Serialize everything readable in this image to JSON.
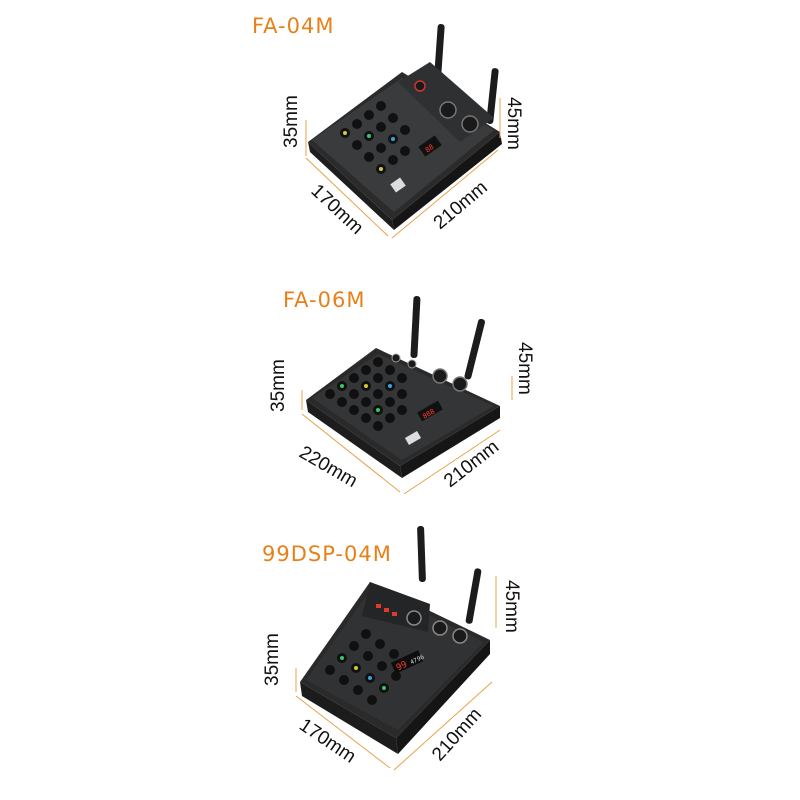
{
  "accent_color": "#e8801a",
  "dimension_line_color": "#e8a24a",
  "products": [
    {
      "model": "FA-04M",
      "dims": {
        "height_front": "35mm",
        "height_back": "45mm",
        "depth": "170mm",
        "width": "210mm"
      }
    },
    {
      "model": "FA-06M",
      "dims": {
        "height_front": "35mm",
        "height_back": "45mm",
        "depth": "220mm",
        "width": "210mm"
      }
    },
    {
      "model": "99DSP-04M",
      "dims": {
        "height_front": "35mm",
        "height_back": "45mm",
        "depth": "170mm",
        "width": "210mm"
      }
    }
  ]
}
